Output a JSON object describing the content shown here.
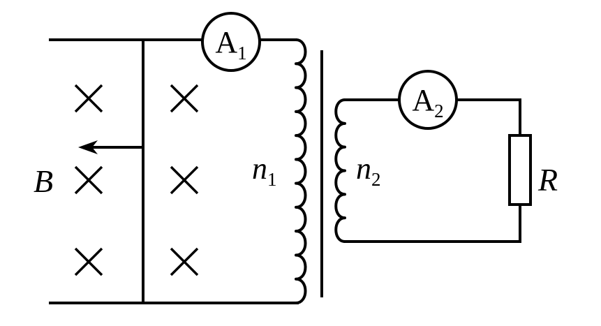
{
  "diagram": {
    "ammeter_primary": {
      "letter": "A",
      "subscript": "1"
    },
    "ammeter_secondary": {
      "letter": "A",
      "subscript": "2"
    },
    "primary_turns": {
      "letter": "n",
      "subscript": "1"
    },
    "secondary_turns": {
      "letter": "n",
      "subscript": "2"
    },
    "field_label": "B",
    "resistor_label": "R"
  }
}
